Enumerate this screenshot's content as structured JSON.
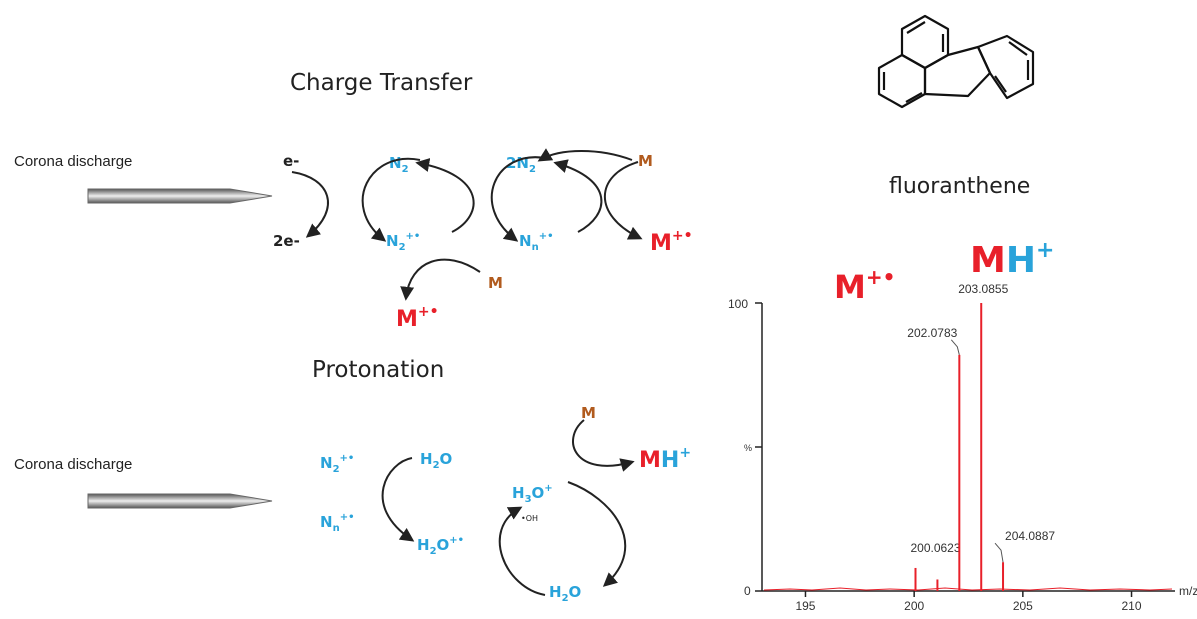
{
  "charge_transfer": {
    "title": "Charge Transfer",
    "source_label": "Corona discharge",
    "species": {
      "electron": "e-",
      "two_electrons": "2e-",
      "n2": "N",
      "n2_sub": "2",
      "n2_ion": "N",
      "n2_ion_sub": "2",
      "n2_ion_sup": "+•",
      "two_n2_prefix": "2N",
      "two_n2_sub": "2",
      "nn_ion": "N",
      "nn_ion_sub": "n",
      "nn_ion_sup": "+•",
      "m_top": "M",
      "m_mid": "M",
      "m_ion_right": "M",
      "m_ion_bottom": "M",
      "m_ion_sup": "+•"
    }
  },
  "protonation": {
    "title": "Protonation",
    "source_label": "Corona discharge",
    "species": {
      "n2_ion": "N",
      "n2_ion_sub": "2",
      "n2_ion_sup": "+•",
      "nn_ion": "N",
      "nn_ion_sub": "n",
      "nn_ion_sup": "+•",
      "h2o_top": "H",
      "h2o_top_sub": "2",
      "h2o_top_tail": "O",
      "h2o_ion": "H",
      "h2o_ion_sub": "2",
      "h2o_ion_tail": "O",
      "h2o_ion_sup": "+•",
      "h3o": "H",
      "h3o_sub": "3",
      "h3o_tail": "O",
      "h3o_sup": "+",
      "oh_radical": "•OH",
      "h2o_bottom": "H",
      "h2o_bottom_sub": "2",
      "h2o_bottom_tail": "O",
      "m": "M",
      "mh_m": "M",
      "mh_h": "H",
      "mh_sup": "+"
    }
  },
  "molecule": {
    "name": "fluoranthene"
  },
  "spectrum": {
    "big_m": "M",
    "big_m_sup": "+•",
    "big_mh_m": "M",
    "big_mh_h": "H",
    "big_mh_sup": "+",
    "y_tick_top": "100",
    "y_tick_mid": "%",
    "y_tick_zero": "0",
    "x_unit": "m/z"
  },
  "colors": {
    "red": "#e8202a",
    "blue": "#29a3da",
    "brown": "#b15b1e",
    "black": "#222222"
  },
  "chart_data": {
    "type": "bar",
    "title": "",
    "xlabel": "m/z",
    "ylabel": "%",
    "xlim": [
      193,
      212
    ],
    "ylim": [
      0,
      100
    ],
    "x_ticks": [
      "195",
      "200",
      "205",
      "210"
    ],
    "peaks": [
      {
        "mz": 200.0623,
        "intensity": 8,
        "label": "200.0623"
      },
      {
        "mz": 201.07,
        "intensity": 4,
        "label": ""
      },
      {
        "mz": 202.0783,
        "intensity": 82,
        "label": "202.0783"
      },
      {
        "mz": 203.0855,
        "intensity": 100,
        "label": "203.0855"
      },
      {
        "mz": 204.0887,
        "intensity": 10,
        "label": "204.0887"
      }
    ]
  }
}
